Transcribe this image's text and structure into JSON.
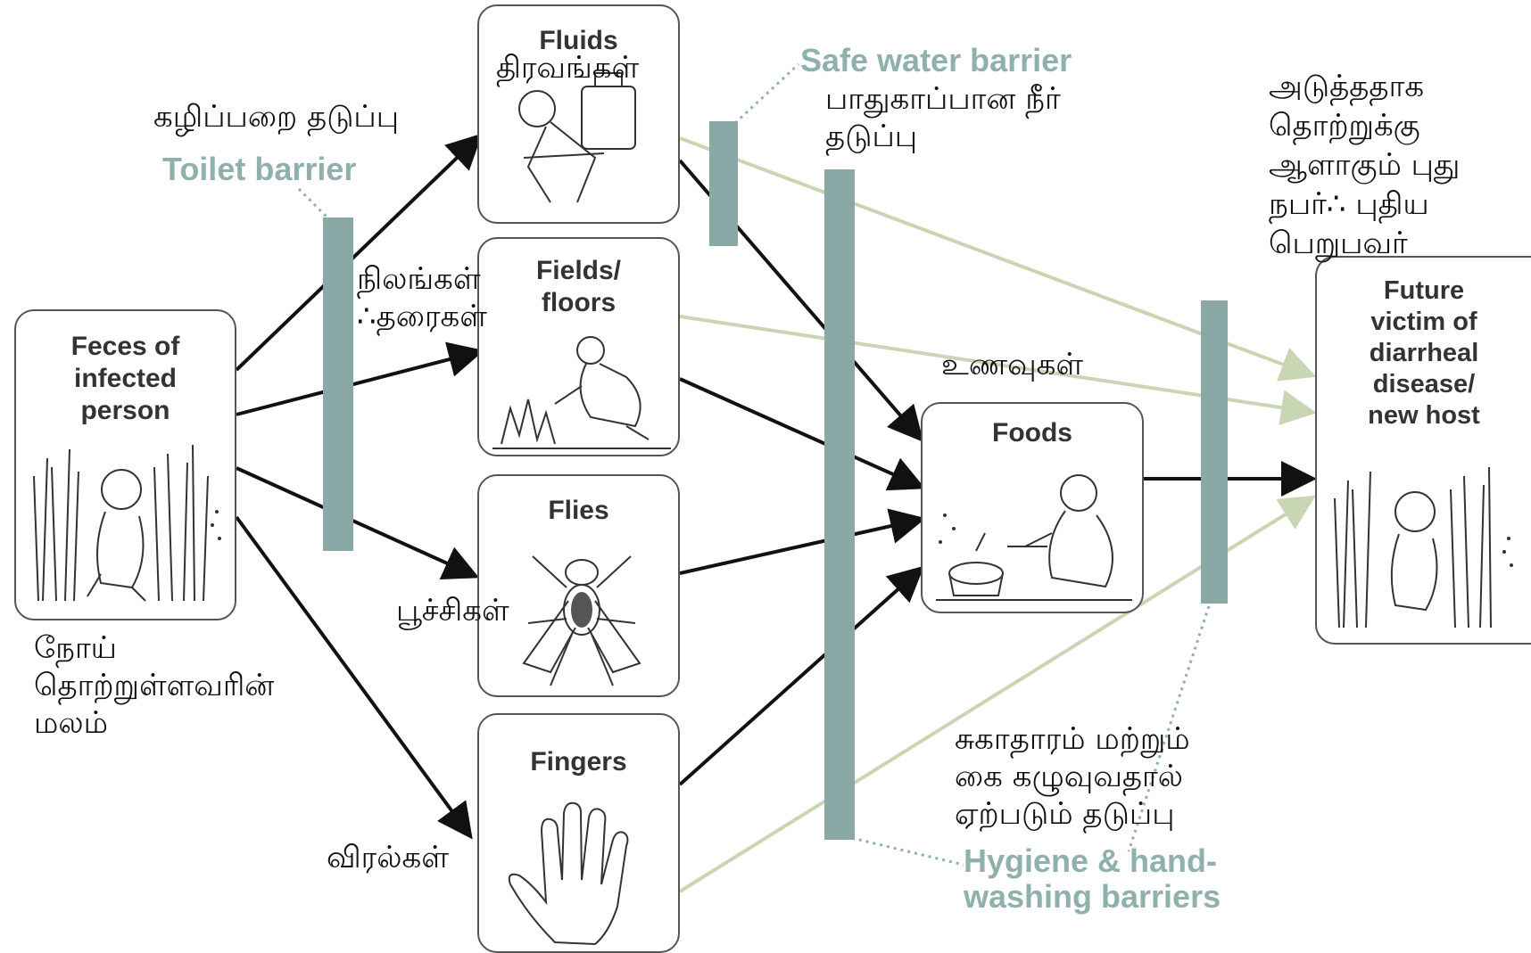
{
  "colors": {
    "arrow": "#111111",
    "bypass_line": "#c9d6b4",
    "barrier": "#8aa9a6",
    "barrier_text": "#8fb0ac"
  },
  "source": {
    "title": "Feces of infected person",
    "title_lines": [
      "Feces of",
      "infected",
      "person"
    ],
    "tamil_lines": [
      "நோய்",
      "தொற்றுள்ளவரின்",
      "மலம்"
    ]
  },
  "routes": {
    "fluids": {
      "title": "Fluids",
      "tamil": "திரவங்கள்",
      "icon": "water-carrier-illustration"
    },
    "fields": {
      "title_lines": [
        "Fields/",
        "floors"
      ],
      "tamil_lines": [
        "நிலங்கள்",
        "∴தரைகள்"
      ],
      "icon": "woman-in-field-illustration"
    },
    "flies": {
      "title": "Flies",
      "tamil": "பூச்சிகள்",
      "icon": "fly-icon"
    },
    "fingers": {
      "title": "Fingers",
      "tamil": "விரல்கள்",
      "icon": "hand-icon"
    }
  },
  "foods": {
    "title": "Foods",
    "tamil": "உணவுகள்",
    "icon": "child-eating-illustration"
  },
  "target": {
    "title_lines": [
      "Future",
      "victim of",
      "diarrheal",
      "disease/",
      "new host"
    ],
    "tamil_lines": [
      "அடுத்ததாக",
      "தொற்றுக்கு",
      "ஆளாகும் புது",
      "நபர்∴ புதிய",
      "பெறுபவர்"
    ]
  },
  "barriers": {
    "toilet": {
      "label": "Toilet barrier",
      "tamil": "கழிப்பறை தடுப்பு"
    },
    "safe_water": {
      "label": "Safe water barrier",
      "tamil_lines": [
        "பாதுகாப்பான நீர்",
        "தடுப்பு"
      ]
    },
    "hygiene": {
      "label_lines": [
        "Hygiene & hand-",
        "washing barriers"
      ],
      "tamil_lines": [
        "சுகாதாரம் மற்றும்",
        "கை கழுவுவதால்",
        "ஏற்படும் தடுப்பு"
      ]
    }
  }
}
